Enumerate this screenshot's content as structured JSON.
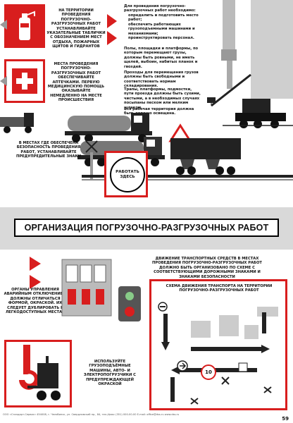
{
  "poster": {
    "title": "ОРГАНИЗАЦИЯ ПОГРУЗОЧНО-РАЗГРУЗОЧНЫХ РАБОТ",
    "page_number": "59"
  },
  "blocks": {
    "signs": "НА ТЕРРИТОРИИ ПРОВЕДЕНИЯ ПОГРУЗОЧНО-РАЗГРУЗОЧНЫХ РАБОТ УСТАНАВЛИВАЙТЕ УКАЗАТЕЛЬНЫЕ ТАБЛИЧКИ С ОБОЗНАЧЕНИЕМ МЕСТ ОТДЫХА, ПОЖАРНЫХ ЩИТОВ И ГИДРАНТОВ",
    "first_aid": "МЕСТА ПРОВЕДЕНИЯ ПОГРУЗОЧНО-РАЗГРУЗОЧНЫХ РАБОТ ОБЕСПЕЧИВАЙТЕ АПТЕЧКАМИ. ПЕРВУЮ МЕДИЦИНСКУЮ ПОМОЩЬ ОКАЗЫВАЙТЕ НЕМЕДЛЕННО НА МЕСТЕ ПРОИСШЕСТВИЯ",
    "prep_intro": "Для проведения погрузочно-разгрузочных работ необходимо:",
    "prep_bullets": [
      "определить и подготовить место работ;",
      "обеспечить работающих грузоподъемными машинами и механизмами;",
      "проинструктировать персонал."
    ],
    "floors": "Полы, площадки и платформы, по которым перемещают грузы, должны быть ровными, не иметь щелей, выбоин, набитых планок и гвоздей.",
    "passages": "Проходы для перемещения грузов должны быть свободными и соответствовать нормам складирования.",
    "ramps": "Трапы, платформы, подмостки, пути проезда должны быть сухими, чистыми, а в необходимых случаях посыпаны песком или мелким шлаком.",
    "lighting": "Вся рабочая территория должна быть хорошо освещена.",
    "hazard_signs": "В МЕСТАХ ГДЕ ОБЕСПЕЧЕНА БЕЗОПАСНОСТЬ ПРОВЕДЕНИЯ РАБОТ, УСТАНАВЛИВАЙТЕ ПРЕДУПРЕДИТЕЛЬНЫЕ ЗНАКИ",
    "work_sign": "РАБОТАТЬ ЗДЕСЬ",
    "controls": "ОРГАНЫ УПРАВЛЕНИЯ АВАРИЙНЫМ ОТКЛЮЧЕНИЕМ ДОЛЖНЫ ОТЛИЧАТЬСЯ ФОРМОЙ, ОКРАСКОЙ. ИХ СЛЕДУЕТ ДУБЛИРОВАТЬ В ЛЕГКОДОСТУПНЫХ МЕСТАХ",
    "traffic": "ДВИЖЕНИЕ ТРАНСПОРТНЫХ СРЕДСТВ В МЕСТАХ ПРОВЕДЕНИЯ ПОГРУЗОЧНО-РАЗГРУЗОЧНЫХ РАБОТ ДОЛЖНО БЫТЬ ОРГАНИЗОВАНО ПО СХЕМЕ С СООТВЕТСТВУЮЩИМИ ДОРОЖНЫМИ ЗНАКАМИ И ЗНАКАМИ БЕЗОПАСНОСТИ",
    "scheme_title": "СХЕМА ДВИЖЕНИЯ ТРАНСПОРТА НА ТЕРРИТОРИИ ПОГРУЗОЧНО-РАЗГРУЗОЧНЫХ РАБОТ",
    "speed_sign": "10",
    "machines": "ИСПОЛЬЗУЙТЕ ГРУЗОПОДЪЁМНЫЕ МАШИНЫ, АВТО- И ЭЛЕКТРОПОГРУЗЧИКИ С ПРЕДУПРЕЖДАЮЩЕЙ ОКРАСКОЙ"
  },
  "footer": "ООО «Стандарт-Сервис» 454008, г. Челябинск, ул. Свердловский пр., 84, тел./факс (351) 000-00-00 E-mail: office@dss.ru www.dss.ru",
  "colors": {
    "accent": "#d81e1e",
    "ink": "#111111",
    "band": "#d9d9d9"
  }
}
